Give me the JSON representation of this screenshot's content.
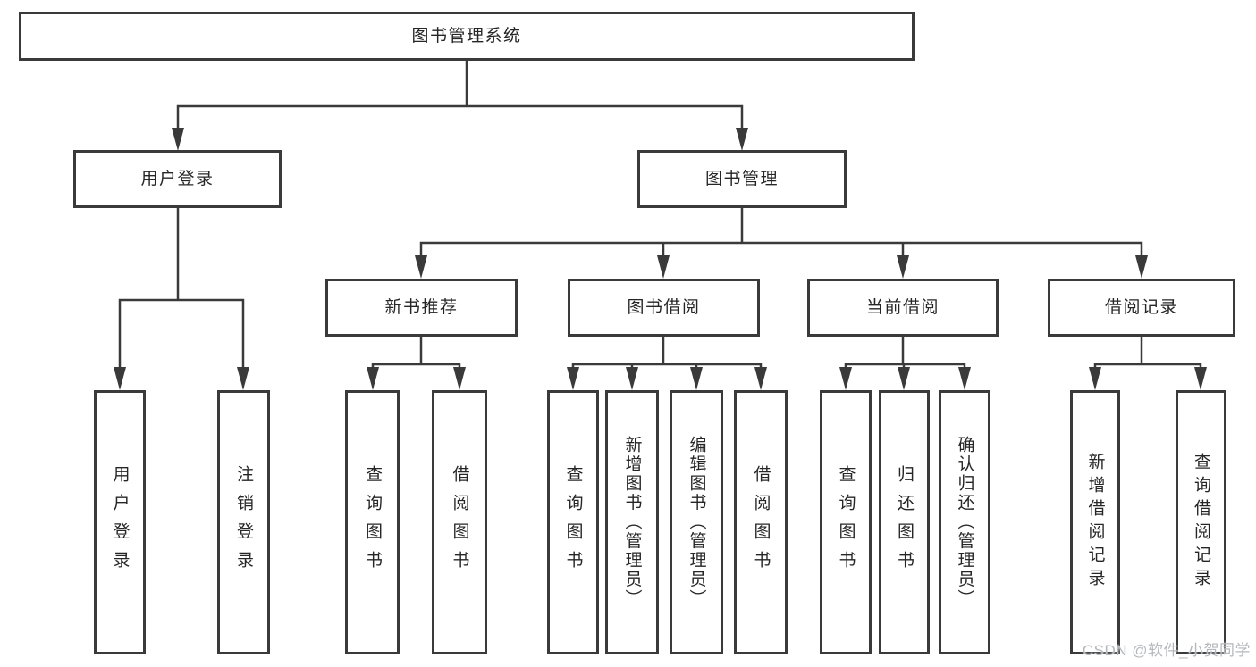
{
  "tree": {
    "root": {
      "label": "图书管理系统"
    },
    "branches": [
      {
        "label": "用户登录",
        "children": [
          {
            "label": "用户登录"
          },
          {
            "label": "注销登录"
          }
        ]
      },
      {
        "label": "图书管理",
        "children": [
          {
            "label": "新书推荐",
            "children": [
              {
                "label": "查询图书"
              },
              {
                "label": "借阅图书"
              }
            ]
          },
          {
            "label": "图书借阅",
            "children": [
              {
                "label": "查询图书"
              },
              {
                "label": "新增图书（管理员）"
              },
              {
                "label": "编辑图书（管理员）"
              },
              {
                "label": "借阅图书"
              }
            ]
          },
          {
            "label": "当前借阅",
            "children": [
              {
                "label": "查询图书"
              },
              {
                "label": "归还图书"
              },
              {
                "label": "确认归还（管理员）"
              }
            ]
          },
          {
            "label": "借阅记录",
            "children": [
              {
                "label": "新增借阅记录"
              },
              {
                "label": "查询借阅记录"
              }
            ]
          }
        ]
      }
    ]
  },
  "watermark": {
    "text": "CSDN @软件_小贺同学"
  },
  "colors": {
    "line": "#3a3a3a",
    "text": "#262626",
    "watermark": "#b4b8bc",
    "background": "#ffffff"
  }
}
